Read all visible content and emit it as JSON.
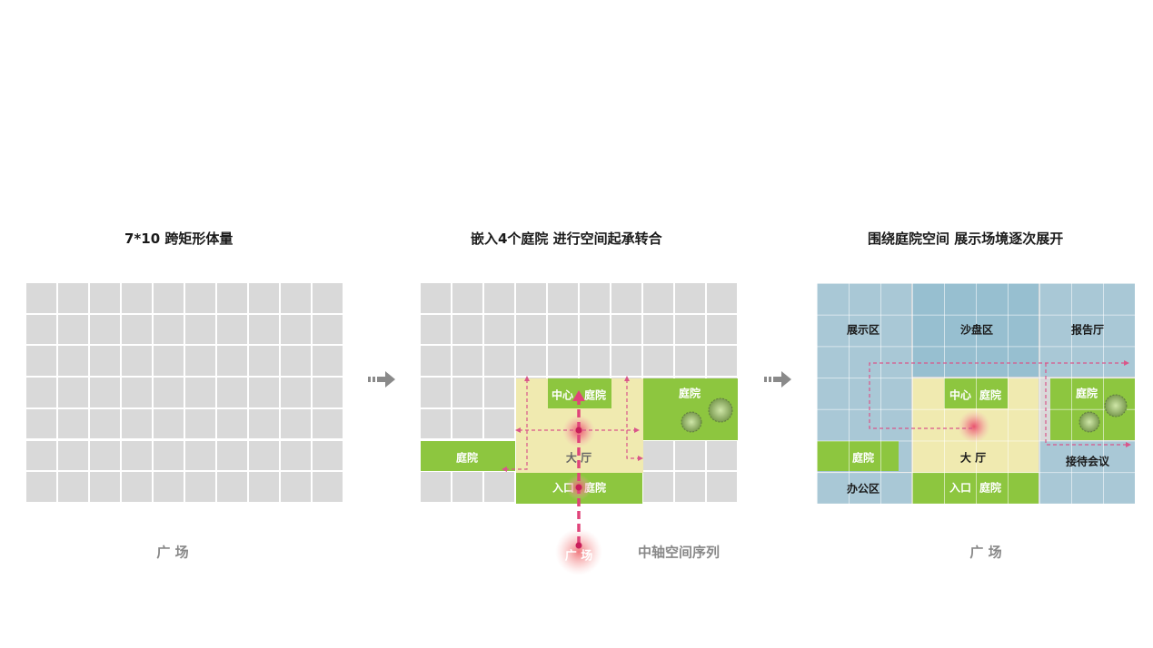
{
  "panel1": {
    "title": "7*10 跨矩形体量",
    "bottom_label": "广 场"
  },
  "panel2": {
    "title": "嵌入4个庭院  进行空间起承转合",
    "labels": {
      "center": "中心",
      "courtyard_center": "庭院",
      "courtyard_right": "庭院",
      "courtyard_left": "庭院",
      "hall": "大  厅",
      "entrance": "入口",
      "courtyard_entrance": "庭院",
      "plaza": "广 场"
    },
    "axis_label": "中轴空间序列"
  },
  "panel3": {
    "title": "围绕庭院空间 展示场境逐次展开",
    "labels": {
      "exhibit": "展示区",
      "sandtable": "沙盘区",
      "report": "报告厅",
      "center": "中心",
      "courtyard_center": "庭院",
      "courtyard_right": "庭院",
      "courtyard_left": "庭院",
      "hall": "大  厅",
      "reception": "接待会议",
      "office": "办公区",
      "entrance": "入口",
      "courtyard_entrance": "庭院"
    },
    "bottom_label": "广 场"
  },
  "colors": {
    "grid_cell": "#d9d9d9",
    "courtyard": "#8dc63f",
    "hall": "#f0eab0",
    "blue_zone": "#a9c8d6",
    "sandtable": "#97bfd0",
    "axis": "#e0447a",
    "arrow": "#8a8a8a"
  },
  "icons": [
    "right-arrow-icon",
    "tree-icon"
  ]
}
